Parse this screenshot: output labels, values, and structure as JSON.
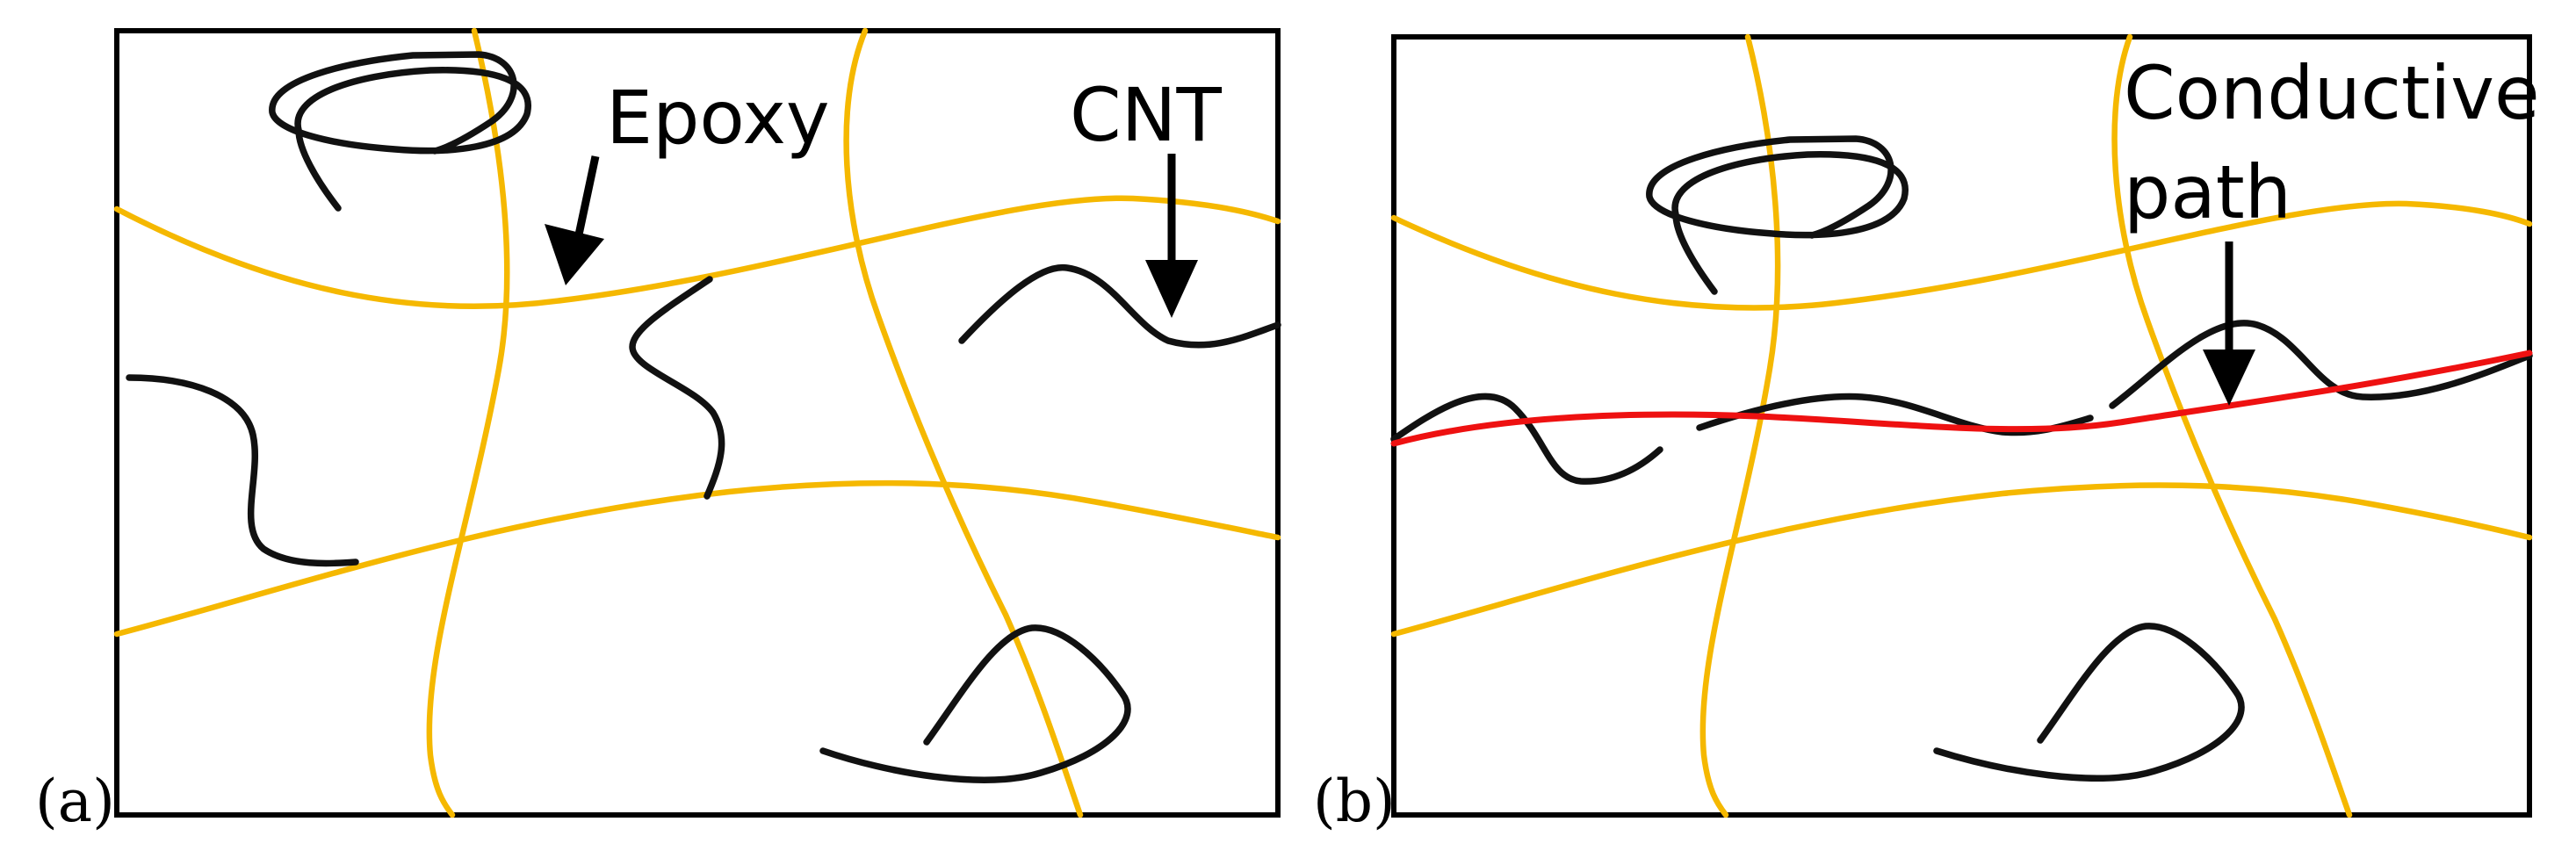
{
  "panels": [
    {
      "id": "a",
      "tag": "(a)",
      "labels": {
        "epoxy": "Epoxy",
        "cnt": "CNT"
      }
    },
    {
      "id": "b",
      "tag": "(b)",
      "labels": {
        "conductive_line1": "Conductive",
        "conductive_line2": "path"
      }
    }
  ],
  "colors": {
    "epoxy": "#f5b800",
    "cnt": "#111111",
    "conductive_path": "#ee1111",
    "frame": "#000000"
  }
}
